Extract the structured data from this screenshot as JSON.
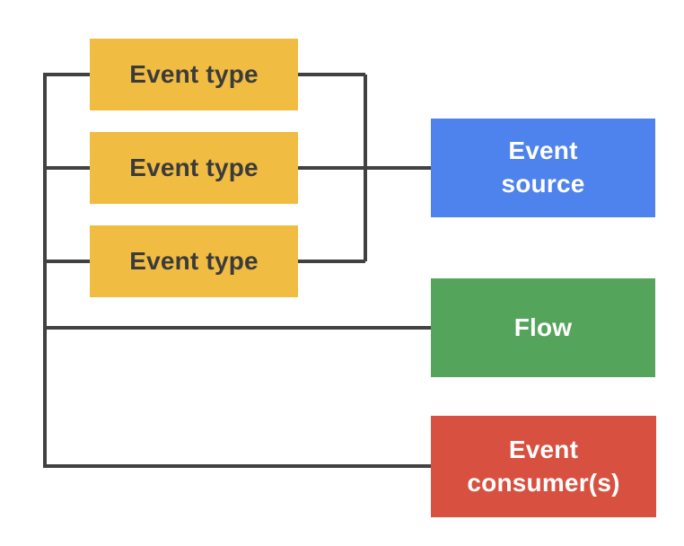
{
  "diagram": {
    "background_color": "#FFFFFF",
    "connector_color": "#414141",
    "nodes": [
      {
        "id": "event-type-1",
        "label": "Event type",
        "fill": "#F0BC42",
        "text_color": "#3B3B3B"
      },
      {
        "id": "event-type-2",
        "label": "Event type",
        "fill": "#F0BC42",
        "text_color": "#3B3B3B"
      },
      {
        "id": "event-type-3",
        "label": "Event type",
        "fill": "#F0BC42",
        "text_color": "#3B3B3B"
      },
      {
        "id": "event-source",
        "label": "Event source",
        "fill": "#4E82EC",
        "text_color": "#FFFFFF"
      },
      {
        "id": "flow",
        "label": "Flow",
        "fill": "#54A45B",
        "text_color": "#FFFFFF"
      },
      {
        "id": "event-consumers",
        "label": "Event consumer(s)",
        "fill": "#D8503F",
        "text_color": "#FFFFFF"
      }
    ]
  }
}
